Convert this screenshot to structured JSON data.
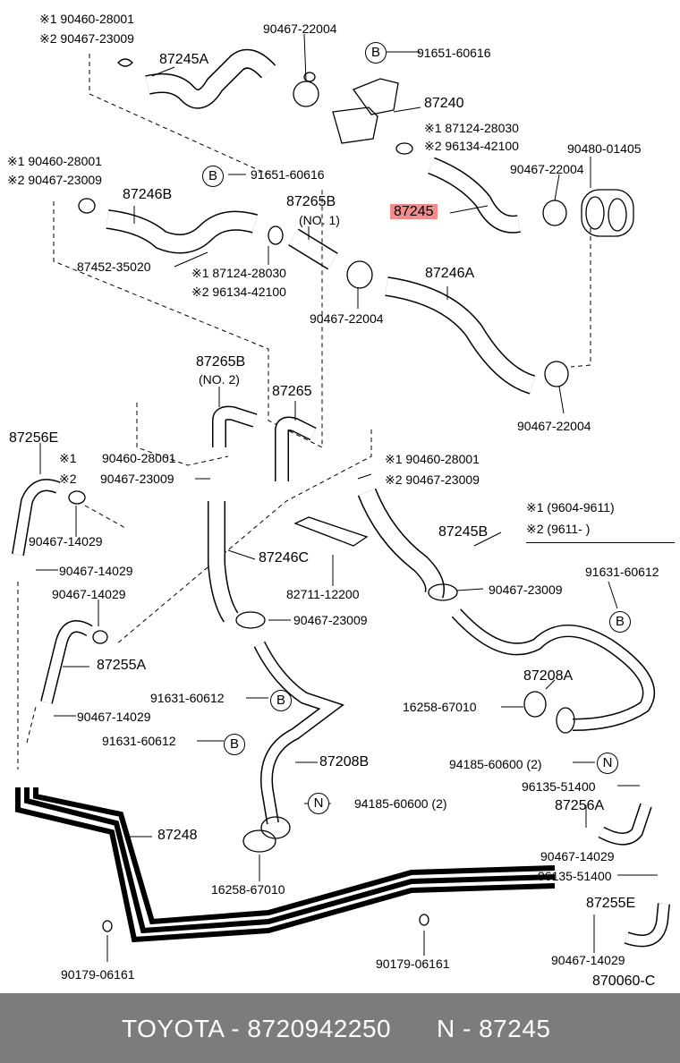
{
  "labels": {
    "a1": "※1  90460-28001",
    "a2": "※2  90467-23009",
    "p87245A": "87245A",
    "p90467_22004_top": "90467-22004",
    "p91651_60616_top": "91651-60616",
    "p87240": "87240",
    "b1": "※1  87124-28030",
    "b2": "※2  96134-42100",
    "p90480": "90480-01405",
    "p90467_22004_r": "90467-22004",
    "p87245": "87245",
    "c1": "※1  90460-28001",
    "c2": "※2  90467-23009",
    "p87246B": "87246B",
    "p91651_60616_mid": "91651-60616",
    "p87265B_no1": "87265B",
    "no1": "(NO. 1)",
    "p87452": "87452-35020",
    "d1": "※1  87124-28030",
    "d2": "※2  96134-42100",
    "p87246A": "87246A",
    "p90467_22004_mid": "90467-22004",
    "p90467_22004_low": "90467-22004",
    "p87265B_no2": "87265B",
    "no2": "(NO. 2)",
    "p87265": "87265",
    "p87256E": "87256E",
    "e1": "※1",
    "e2": "※2",
    "p90460_28001_mid": "90460-28001",
    "p90467_23009_mid": "90467-23009",
    "f1": "※1  90460-28001",
    "f2": "※2  90467-23009",
    "legend1": "※1  (9604-9611)",
    "legend2": "※2  (9611-        )",
    "p87245B": "87245B",
    "p90467_14029_a": "90467-14029",
    "p90467_14029_b": "90467-14029",
    "p87246C": "87246C",
    "p82711": "82711-12200",
    "p90467_23009_c": "90467-23009",
    "p91631_60612_r": "91631-60612",
    "p90467_14029_c": "90467-14029",
    "p90467_23009_d": "90467-23009",
    "p87255A": "87255A",
    "p87208A": "87208A",
    "p91631_60612_m1": "91631-60612",
    "p16258_r": "16258-67010",
    "p90467_14029_d": "90467-14029",
    "p91631_60612_m2": "91631-60612",
    "p87208B": "87208B",
    "p94185_r": "94185-60600 (2)",
    "p96135_a": "96135-51400",
    "p94185_m": "94185-60600 (2)",
    "p87256A": "87256A",
    "p87248": "87248",
    "p90467_14029_e": "90467-14029",
    "p16258_m": "16258-67010",
    "p96135_b": "96135-51400",
    "p87255E": "87255E",
    "p90179_a": "90179-06161",
    "p90179_b": "90179-06161",
    "p90467_14029_f": "90467-14029",
    "code": "870060-C"
  },
  "callouts": {
    "B": "B",
    "N": "N"
  },
  "footer": {
    "brand": "TOYOTA - 8720942250",
    "ref": "N - 87245"
  },
  "colors": {
    "highlight": "#f08c8c",
    "footer_bg": "#7c7c7c"
  }
}
